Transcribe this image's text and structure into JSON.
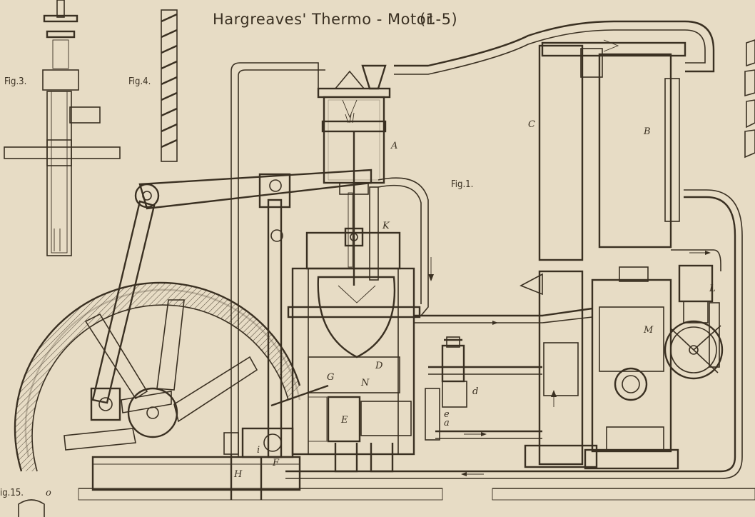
{
  "plate": {
    "title": "Hargreaves' Thermo - Motor.",
    "title_note": "(1-5)"
  },
  "figures": {
    "fig1": "Fig.1.",
    "fig3": "Fig.3.",
    "fig4": "Fig.4.",
    "fig15": "ig.15."
  },
  "letters": {
    "A": "A",
    "B": "B",
    "C": "C",
    "D": "D",
    "E": "E",
    "F": "F",
    "G": "G",
    "H": "H",
    "K": "K",
    "L": "L",
    "M": "M",
    "N": "N",
    "a": "a",
    "d": "d",
    "e": "e",
    "i": "i",
    "o": "o"
  },
  "colors": {
    "paper": "#e7dcc5",
    "ink": "#3a3022"
  }
}
